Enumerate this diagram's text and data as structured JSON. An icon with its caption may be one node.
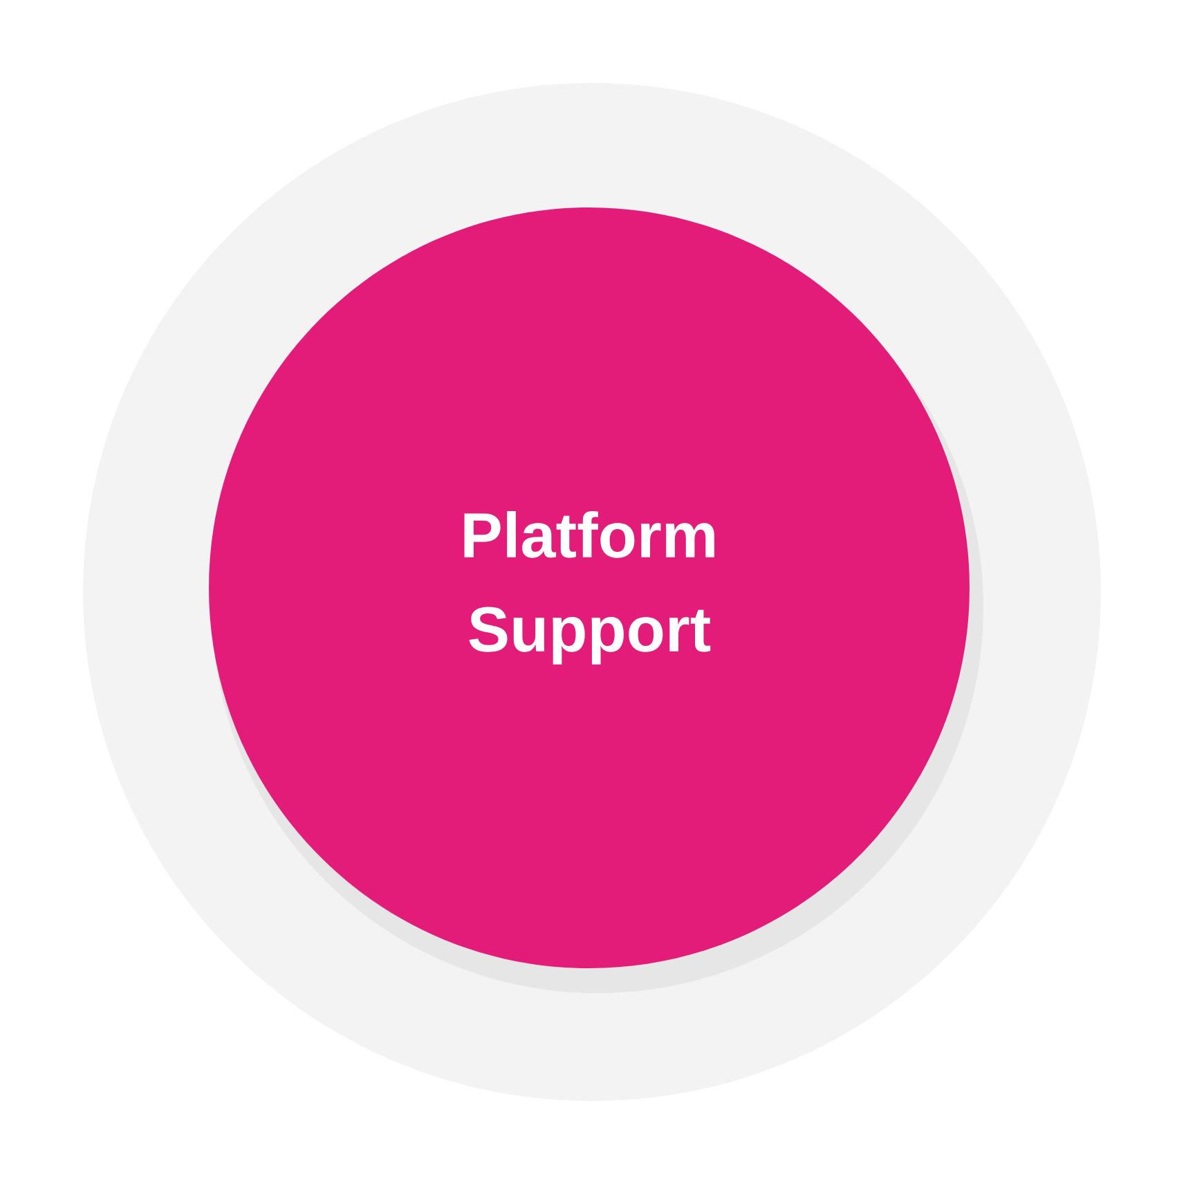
{
  "diagram": {
    "nodes": [
      {
        "text": [],
        "shape": "circle"
      },
      {
        "text": [
          "Platform Support"
        ],
        "in": 0
      }
    ]
  }
}
